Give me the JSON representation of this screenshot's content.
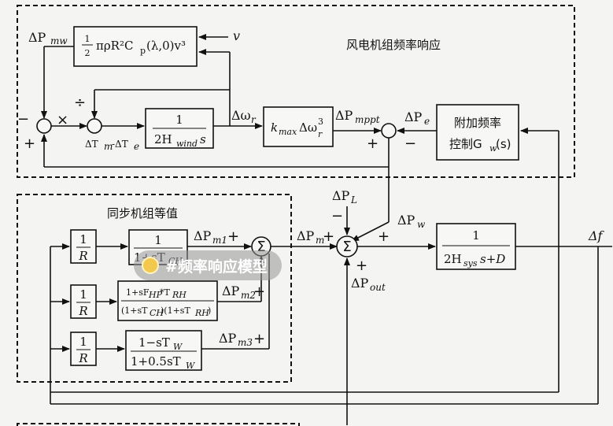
{
  "wind": {
    "title": "风电机组频率响应",
    "aero_frac_num": "1",
    "aero_frac_den": "2",
    "aero_expr": "πρR²C",
    "aero_sub": "p",
    "aero_expr2": "(λ,0)v³",
    "v_label": "v",
    "dPmw_label": "ΔP",
    "dPmw_sub": "mw",
    "div_symbol": "÷",
    "times_symbol": "×",
    "minus_sign": "−",
    "plus_sign": "+",
    "dTm_label": "ΔT",
    "dTm_sub": "m",
    "dTe_label": "-ΔT",
    "dTe_sub": "e",
    "inertia_num": "1",
    "inertia_den": "2H",
    "inertia_den_sub": "wind",
    "inertia_den_s": "s",
    "domega_label": "Δω",
    "domega_sub": "r",
    "kmax_label": "k",
    "kmax_sub": "max",
    "kmax_expr": "Δω",
    "kmax_sup": "3",
    "kmax_sub2": "r",
    "dPmppt_label": "ΔP",
    "dPmppt_sub": "mppt",
    "dPe_label": "ΔP",
    "dPe_sub": "e",
    "gw_line1": "附加频率",
    "gw_line2": "控制G",
    "gw_sub": "w",
    "gw_tail": "(s)"
  },
  "sync": {
    "title": "同步机组等值",
    "r_num": "1",
    "r_den": "R",
    "g1_num": "1",
    "g1_den": "1+sT",
    "g1_den_sub": "CH",
    "g2_num": "1+sF",
    "g2_num_sub": "HP",
    "g2_num_tail": "*T",
    "g2_num_sub2": "RH",
    "g2_den": "(1+sT",
    "g2_den_sub": "CH",
    "g2_den_mid": ")(1+sT",
    "g2_den_sub2": "RH",
    "g2_den_tail": ")",
    "g3_num": "1−sT",
    "g3_num_sub": "W",
    "g3_den": "1+0.5sT",
    "g3_den_sub": "W",
    "dPm1": "ΔP",
    "dPm1_sub": "m1",
    "dPm2": "ΔP",
    "dPm2_sub": "m2",
    "dPm3": "ΔP",
    "dPm3_sub": "m3",
    "sum_symbol": "Σ"
  },
  "system": {
    "dPL": "ΔP",
    "dPL_sub": "L",
    "dPm": "ΔP",
    "dPm_sub": "m",
    "dPw": "ΔP",
    "dPw_sub": "w",
    "dPout": "ΔP",
    "dPout_sub": "out",
    "sum_symbol": "Σ",
    "sys_num": "1",
    "sys_den": "2H",
    "sys_den_sub": "sys",
    "sys_den_tail": "s+D",
    "df": "Δf"
  },
  "watermark": {
    "text": "#频率响应模型"
  }
}
